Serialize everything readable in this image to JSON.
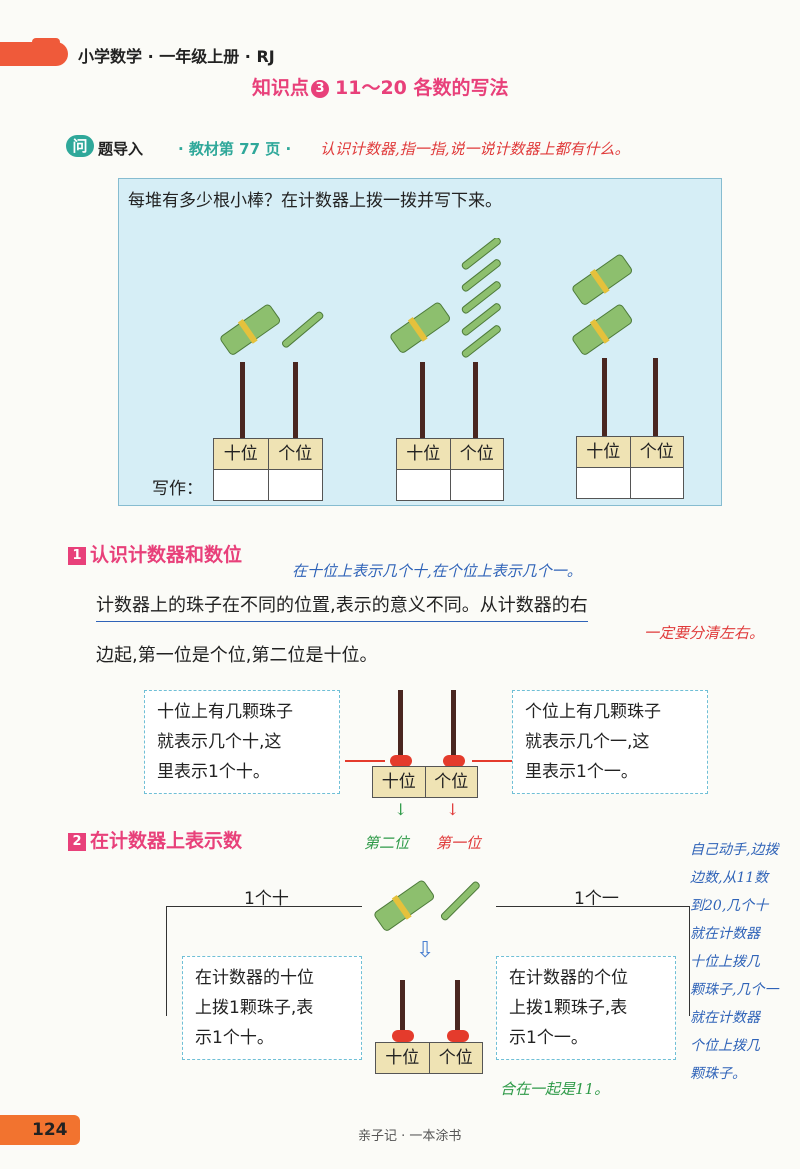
{
  "header": {
    "series": "小学数学 · 一年级上册 · RJ",
    "lesson_prefix": "知识点",
    "lesson_num": "3",
    "lesson_title": "11～20 各数的写法"
  },
  "intro": {
    "icon": "问",
    "label": "题导入",
    "ref": "· 教材第 77 页 ·",
    "note": "认识计数器,指一指,说一说计数器上都有什么。"
  },
  "panel": {
    "question": "每堆有多少根小棒？在计数器上拨一拨并写下来。",
    "tens": "十位",
    "ones": "个位",
    "write": "写作："
  },
  "section1": {
    "num": "1",
    "title": "认识计数器和数位",
    "note1": "在十位上表示几个十,在个位上表示几个一。",
    "para_line1": "计数器上的珠子在不同的位置,表示的意义不同。从计数器的右",
    "para_line2": "边起,第一位是个位,第二位是十位。",
    "note2": "一定要分清左右。",
    "left_box": [
      "十位上有几颗珠子",
      "就表示几个十,这",
      "里表示1个十。"
    ],
    "right_box": [
      "个位上有几颗珠子",
      "就表示几个一,这",
      "里表示1个一。"
    ],
    "tens": "十位",
    "ones": "个位",
    "second": "第二位",
    "first": "第一位"
  },
  "section2": {
    "num": "2",
    "title": "在计数器上表示数",
    "left_label": "1个十",
    "right_label": "1个一",
    "left_box": [
      "在计数器的十位",
      "上拨1颗珠子,表",
      "示1个十。"
    ],
    "right_box": [
      "在计数器的个位",
      "上拨1颗珠子,表",
      "示1个一。"
    ],
    "tens": "十位",
    "ones": "个位",
    "together": "合在一起是11。",
    "side_note": [
      "自己动手,边拨",
      "边数,从11数",
      "到20,几个十",
      "就在计数器",
      "十位上拨几",
      "颗珠子,几个一",
      "就在计数器",
      "个位上拨几",
      "颗珠子。"
    ]
  },
  "footer": {
    "page": "124",
    "brand": "亲子记 · 一本涂书"
  }
}
